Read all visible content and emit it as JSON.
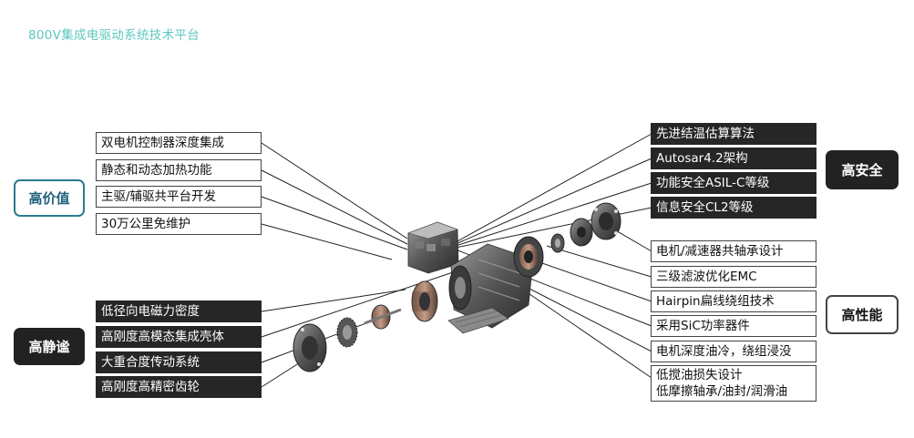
{
  "title": "800V集成电驱动系统技术平台",
  "categories": {
    "value": "高价值",
    "quiet": "高静谧",
    "safety": "高安全",
    "performance": "高性能"
  },
  "left_top": [
    "双电机控制器深度集成",
    "静态和动态加热功能",
    "主驱/辅驱共平台开发",
    "30万公里免维护"
  ],
  "left_bottom": [
    "低径向电磁力密度",
    "高刚度高模态集成壳体",
    "大重合度传动系统",
    "高刚度高精密齿轮"
  ],
  "right_top": [
    "先进结温估算算法",
    "Autosar4.2架构",
    "功能安全ASIL-C等级",
    "信息安全CL2等级"
  ],
  "right_bottom": [
    "电机/减速器共轴承设计",
    "三级滤波优化EMC",
    "Hairpin扁线绕组技术",
    "采用SiC功率器件",
    "电机深度油冷，绕组浸没"
  ],
  "right_last": {
    "line1": "低搅油损失设计",
    "line2": "低摩擦轴承/油封/润滑油"
  },
  "colors": {
    "title": "#5cc7bf",
    "teal_badge": "#1d5f79",
    "dark_box": "#262626"
  }
}
